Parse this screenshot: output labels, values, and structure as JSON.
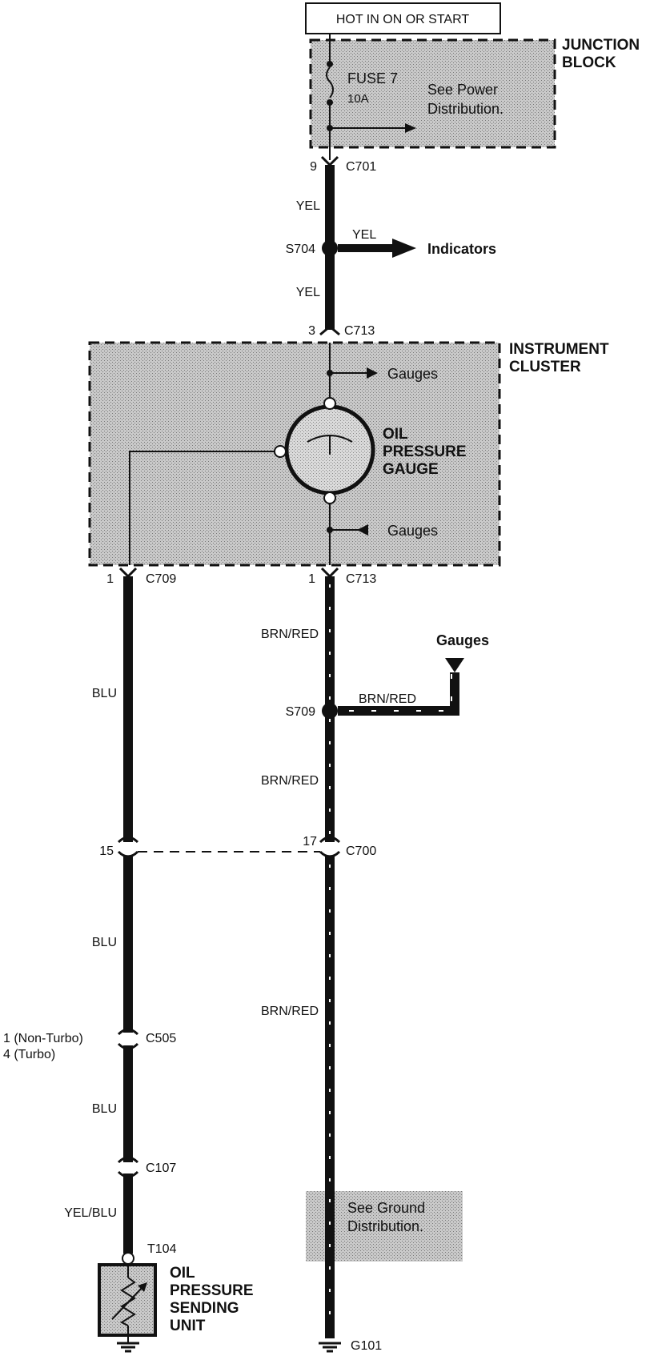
{
  "power": {
    "source_label": "HOT IN ON OR START"
  },
  "junction_block": {
    "title_line1": "JUNCTION",
    "title_line2": "BLOCK",
    "fuse_name": "FUSE 7",
    "fuse_rating": "10A",
    "ref_line1": "See Power",
    "ref_line2": "Distribution."
  },
  "instrument_cluster": {
    "title_line1": "INSTRUMENT",
    "title_line2": "CLUSTER",
    "gauge_line1": "OIL",
    "gauge_line2": "PRESSURE",
    "gauge_line3": "GAUGE",
    "gauges_top": "Gauges",
    "gauges_bottom": "Gauges"
  },
  "connectors": {
    "c701": {
      "pin": "9",
      "name": "C701"
    },
    "c713_top": {
      "pin": "3",
      "name": "C713"
    },
    "c709": {
      "pin": "1",
      "name": "C709"
    },
    "c713_bottom": {
      "pin": "1",
      "name": "C713"
    },
    "c700_left": {
      "pin": "15"
    },
    "c700_right": {
      "pin": "17",
      "name": "C700"
    },
    "c505": {
      "pin_line1": "1 (Non-Turbo)",
      "pin_line2": "4 (Turbo)",
      "name": "C505"
    },
    "c107": {
      "name": "C107"
    },
    "t104": {
      "name": "T104"
    }
  },
  "splices": {
    "s704": {
      "name": "S704",
      "branch_wire": "YEL",
      "dest": "Indicators"
    },
    "s709": {
      "name": "S709",
      "branch_wire": "BRN/RED",
      "dest": "Gauges"
    }
  },
  "wires": {
    "yel_1": "YEL",
    "yel_2": "YEL",
    "blu_1": "BLU",
    "blu_2": "BLU",
    "blu_3": "BLU",
    "yel_blu": "YEL/BLU",
    "brn_red_1": "BRN/RED",
    "brn_red_2": "BRN/RED",
    "brn_red_3": "BRN/RED"
  },
  "sender": {
    "line1": "OIL",
    "line2": "PRESSURE",
    "line3": "SENDING",
    "line4": "UNIT"
  },
  "ground": {
    "ref_line1": "See Ground",
    "ref_line2": "Distribution.",
    "name": "G101"
  }
}
